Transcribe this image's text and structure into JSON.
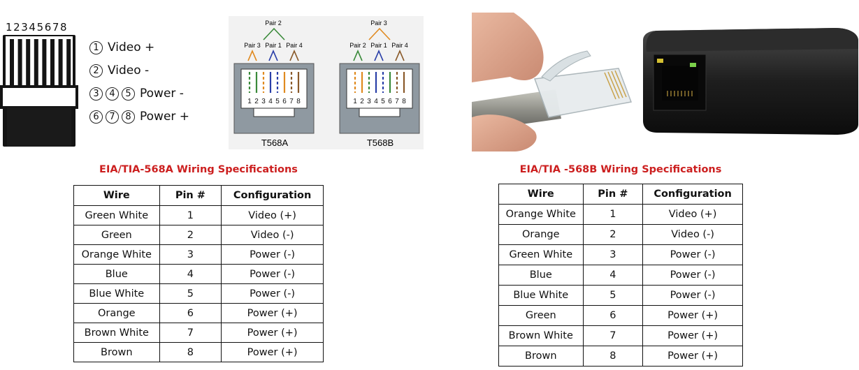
{
  "pinout": {
    "pin_numbers": "12345678",
    "legend": [
      {
        "nums": [
          "1"
        ],
        "label": "Video +"
      },
      {
        "nums": [
          "2"
        ],
        "label": "Video -"
      },
      {
        "nums": [
          "3",
          "4",
          "5"
        ],
        "label": "Power -"
      },
      {
        "nums": [
          "6",
          "7",
          "8"
        ],
        "label": "Power +"
      }
    ]
  },
  "jacks": {
    "t568a": {
      "title": "T568A",
      "top_pair": "Pair 2",
      "pairs": [
        "Pair 3",
        "Pair 1",
        "Pair 4"
      ],
      "pins": "12345678",
      "wire_colors": [
        "#3a8a3a",
        "#3a8a3a",
        "#e08a20",
        "#2a3fa8",
        "#2a3fa8",
        "#e08a20",
        "#8a5a2a",
        "#8a5a2a"
      ],
      "wire_striped": [
        true,
        false,
        true,
        false,
        true,
        false,
        true,
        false
      ]
    },
    "t568b": {
      "title": "T568B",
      "top_pair": "Pair 3",
      "pairs": [
        "Pair 2",
        "Pair 1",
        "Pair 4"
      ],
      "pins": "12345678",
      "wire_colors": [
        "#e08a20",
        "#e08a20",
        "#3a8a3a",
        "#2a3fa8",
        "#2a3fa8",
        "#3a8a3a",
        "#8a5a2a",
        "#8a5a2a"
      ],
      "wire_striped": [
        true,
        false,
        true,
        false,
        true,
        false,
        true,
        false
      ]
    }
  },
  "table_a": {
    "title": "EIA/TIA-568A Wiring Specifications",
    "headers": [
      "Wire",
      "Pin #",
      "Configuration"
    ],
    "rows": [
      [
        "Green White",
        "1",
        "Video (+)"
      ],
      [
        "Green",
        "2",
        "Video (-)"
      ],
      [
        "Orange White",
        "3",
        "Power (-)"
      ],
      [
        "Blue",
        "4",
        "Power (-)"
      ],
      [
        "Blue White",
        "5",
        "Power (-)"
      ],
      [
        "Orange",
        "6",
        "Power (+)"
      ],
      [
        "Brown White",
        "7",
        "Power (+)"
      ],
      [
        "Brown",
        "8",
        "Power (+)"
      ]
    ]
  },
  "table_b": {
    "title": "EIA/TIA -568B Wiring Specifications",
    "headers": [
      "Wire",
      "Pin #",
      "Configuration"
    ],
    "rows": [
      [
        "Orange White",
        "1",
        "Video (+)"
      ],
      [
        "Orange",
        "2",
        "Video (-)"
      ],
      [
        "Green White",
        "3",
        "Power (-)"
      ],
      [
        "Blue",
        "4",
        "Power (-)"
      ],
      [
        "Blue White",
        "5",
        "Power (-)"
      ],
      [
        "Green",
        "6",
        "Power (+)"
      ],
      [
        "Brown White",
        "7",
        "Power (+)"
      ],
      [
        "Brown",
        "8",
        "Power (+)"
      ]
    ]
  },
  "colors": {
    "title_red": "#cc1f1f",
    "connector_black": "#1a1a1a",
    "jack_gray": "#8f99a1"
  }
}
